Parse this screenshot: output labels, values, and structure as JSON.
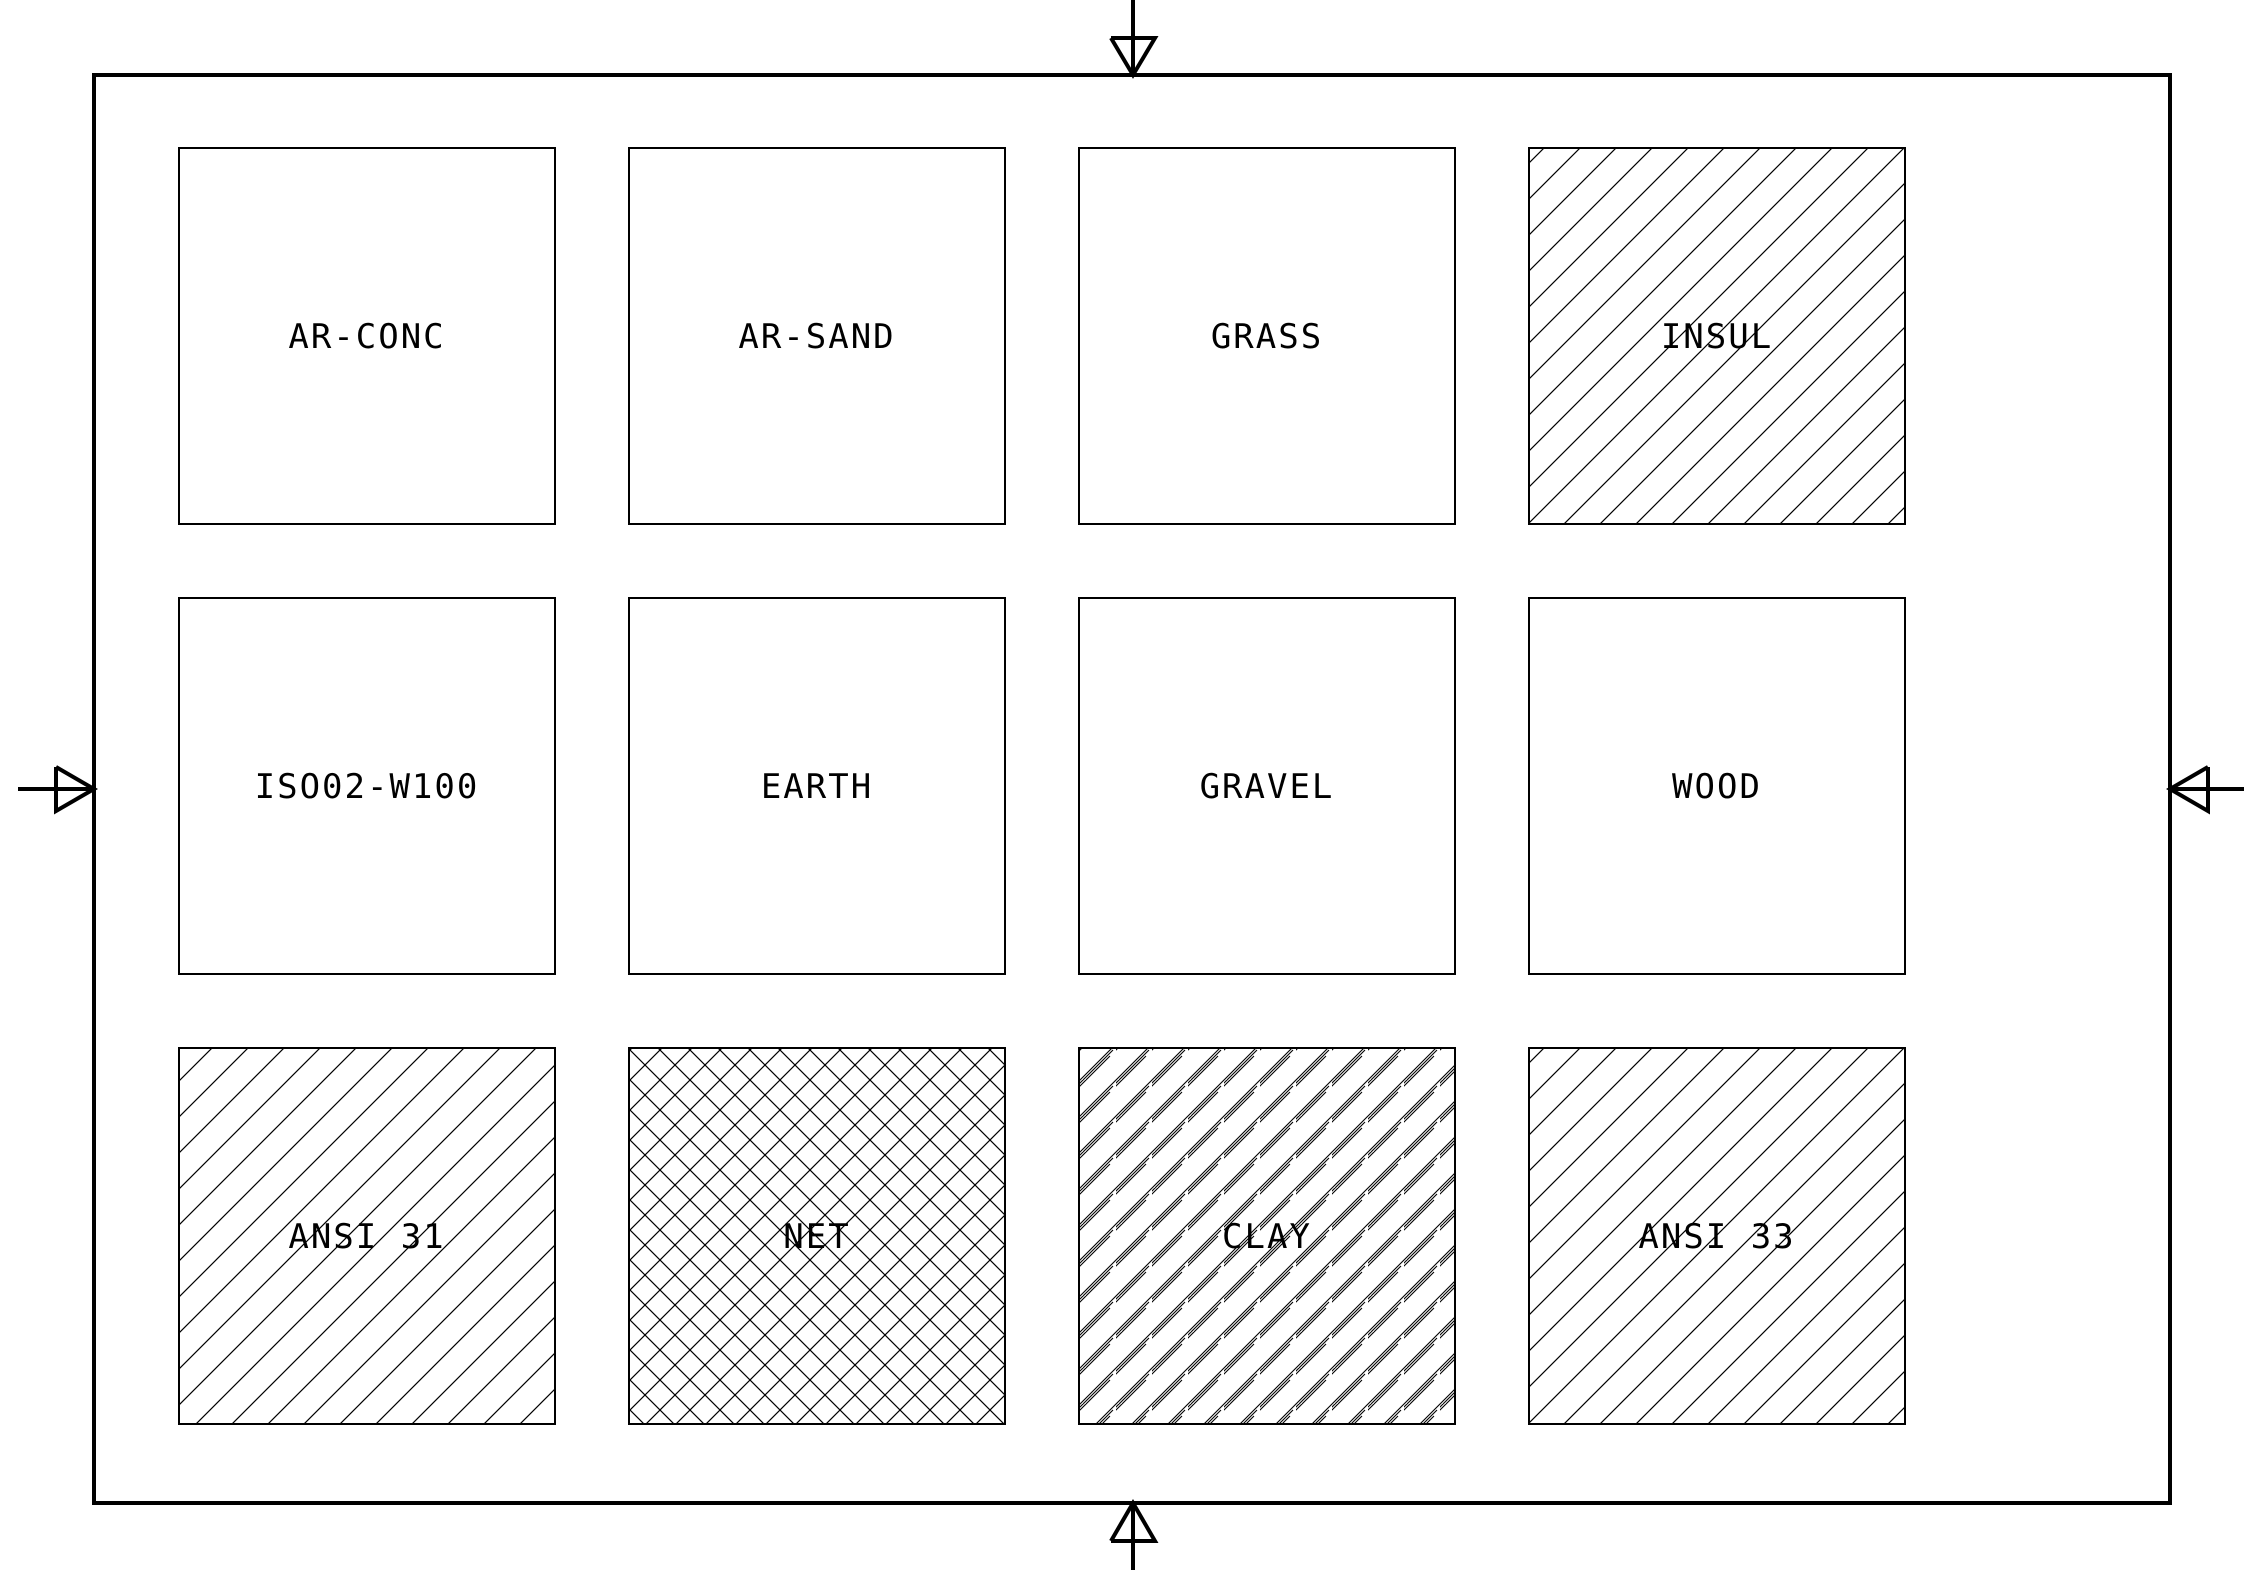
{
  "diagram": {
    "line_color": "#000000",
    "background_color": "#ffffff",
    "frame_markers": [
      "top-arrow-down",
      "bottom-arrow-up",
      "left-arrow-right",
      "right-arrow-left"
    ],
    "tiles": [
      {
        "label": "AR-CONC",
        "pattern": "none"
      },
      {
        "label": "AR-SAND",
        "pattern": "none"
      },
      {
        "label": "GRASS",
        "pattern": "none"
      },
      {
        "label": "INSUL",
        "pattern": "diagonal"
      },
      {
        "label": "ISO02-W100",
        "pattern": "none"
      },
      {
        "label": "EARTH",
        "pattern": "none"
      },
      {
        "label": "GRAVEL",
        "pattern": "none"
      },
      {
        "label": "WOOD",
        "pattern": "none"
      },
      {
        "label": "ANSI 31",
        "pattern": "diagonal"
      },
      {
        "label": "NET",
        "pattern": "crosshatch"
      },
      {
        "label": "CLAY",
        "pattern": "diagonal-triple"
      },
      {
        "label": "ANSI 33",
        "pattern": "diagonal"
      }
    ]
  }
}
